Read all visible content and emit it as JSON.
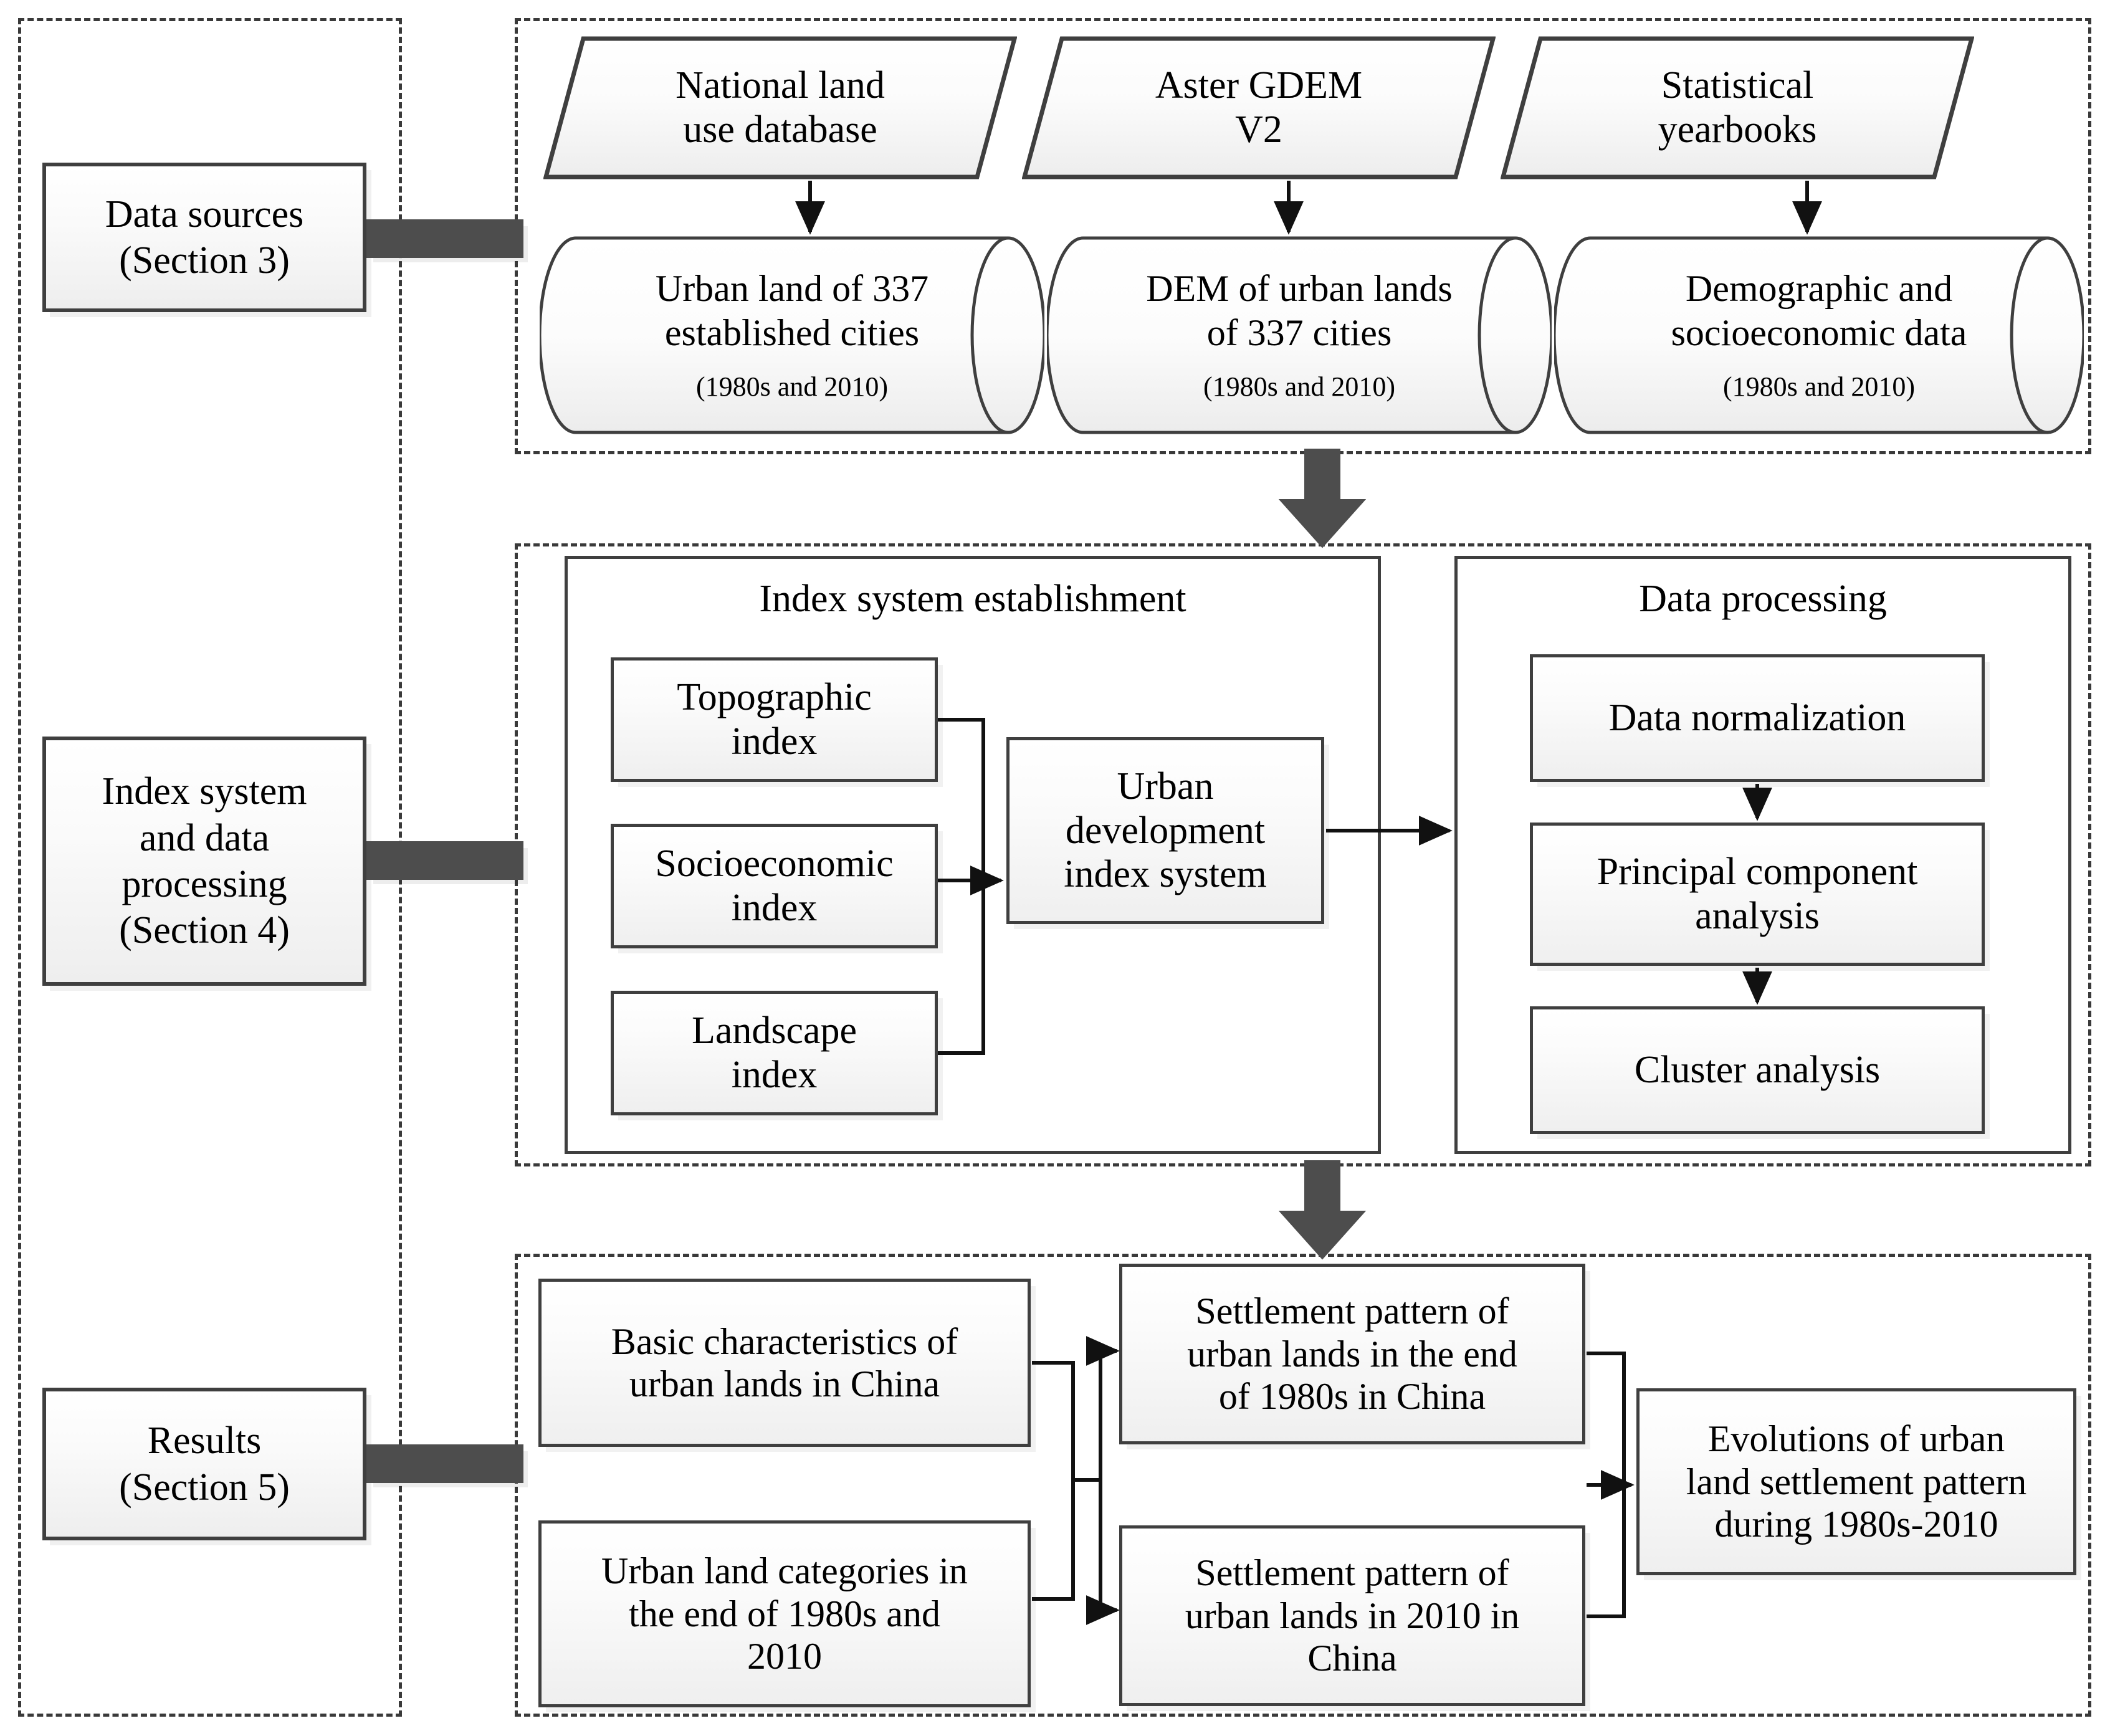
{
  "figure": {
    "title": "Research framework flowchart",
    "accent_color": "#4d4d4d",
    "stroke_color": "#3f3f3f",
    "fill_color": "#efefef"
  },
  "stages": [
    {
      "id": "data-sources",
      "label_line1": "Data sources",
      "label_line2": "(Section 3)"
    },
    {
      "id": "index-system",
      "label_line1": "Index system",
      "label_line2": "and data",
      "label_line3": "processing",
      "label_line4": "(Section 4)"
    },
    {
      "id": "results",
      "label_line1": "Results",
      "label_line2": "(Section 5)"
    }
  ],
  "data_sources": {
    "inputs": [
      {
        "line1": "National land",
        "line2": "use database"
      },
      {
        "line1": "Aster GDEM",
        "line2": "V2"
      },
      {
        "line1": "Statistical",
        "line2": "yearbooks"
      }
    ],
    "databases": [
      {
        "line1": "Urban land of 337",
        "line2": "established cities",
        "period": "(1980s and  2010)"
      },
      {
        "line1": "DEM of urban lands",
        "line2": "of 337 cities",
        "period": "(1980s and 2010)"
      },
      {
        "line1": "Demographic and",
        "line2": "socioeconomic data",
        "period": "(1980s and 2010)"
      }
    ]
  },
  "index_system": {
    "panel_title": "Index system establishment",
    "indices": [
      {
        "line1": "Topographic",
        "line2": "index"
      },
      {
        "line1": "Socioeconomic",
        "line2": "index"
      },
      {
        "line1": "Landscape",
        "line2": "index"
      }
    ],
    "output": {
      "line1": "Urban",
      "line2": "development",
      "line3": "index system"
    }
  },
  "data_processing": {
    "panel_title": "Data processing",
    "steps": [
      {
        "line1": "Data normalization"
      },
      {
        "line1": "Principal component",
        "line2": "analysis"
      },
      {
        "line1": "Cluster analysis"
      }
    ]
  },
  "results": {
    "left_boxes": [
      {
        "line1": "Basic characteristics of",
        "line2": "urban lands in China"
      },
      {
        "line1": "Urban land categories in",
        "line2": "the end of 1980s and",
        "line3": "2010"
      }
    ],
    "middle_boxes": [
      {
        "line1": "Settlement pattern of",
        "line2": "urban lands in the end",
        "line3": "of 1980s in China"
      },
      {
        "line1": "Settlement pattern of",
        "line2": "urban lands in 2010 in",
        "line3": "China"
      }
    ],
    "final_box": {
      "line1": "Evolutions of urban",
      "line2": "land settlement pattern",
      "line3": "during 1980s-2010"
    }
  }
}
